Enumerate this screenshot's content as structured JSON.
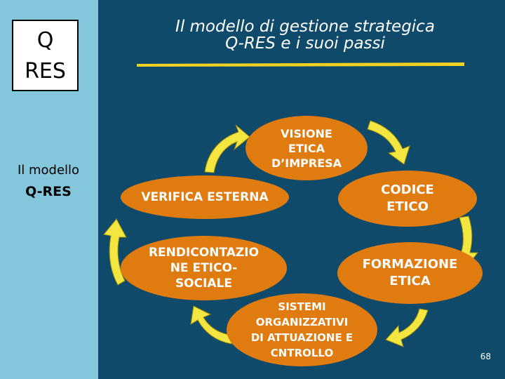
{
  "logo": {
    "line1": "Q",
    "line2": "RES"
  },
  "sidebar": {
    "line1": "Il modello",
    "line2": "Q-RES"
  },
  "title": {
    "line1": "Il modello di gestione strategica",
    "line2": "Q-RES e i suoi passi"
  },
  "steps": {
    "visione": [
      "VISIONE",
      "ETICA",
      "D’IMPRESA"
    ],
    "codice": [
      "CODICE",
      "ETICO"
    ],
    "formazione": [
      "FORMAZIONE",
      "ETICA"
    ],
    "sistemi": [
      "SISTEMI",
      "ORGANIZZATIVI",
      "DI ATTUAZIONE E",
      "CNTROLLO"
    ],
    "rendicontazione": [
      "RENDICONTAZIO",
      "NE ETICO-",
      "SOCIALE"
    ],
    "verifica": [
      "VERIFICA ESTERNA"
    ]
  },
  "page_number": "68",
  "colors": {
    "background": "#0f4a6a",
    "sidebar": "#84c6dc",
    "bubble": "#e07b10",
    "arrow": "#f4e640",
    "underline": "#f0d020"
  }
}
